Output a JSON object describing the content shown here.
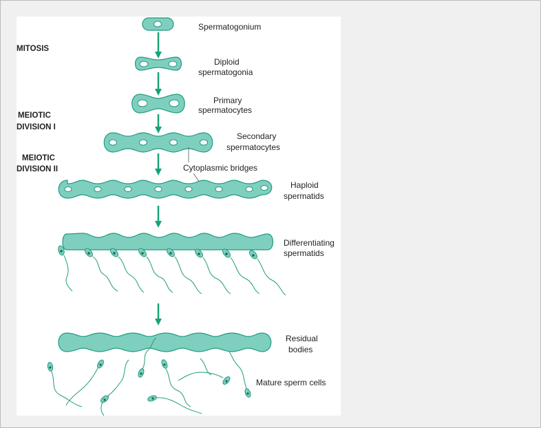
{
  "figure": {
    "side_labels": {
      "mitosis": "MITOSIS",
      "meiotic_division_1_line1": "MEIOTIC",
      "meiotic_division_1_line2": "DIVISION I",
      "meiotic_division_2_line1": "MEIOTIC",
      "meiotic_division_2_line2": "DIVISION II"
    },
    "stage_labels": {
      "spermatogonium": "Spermatogonium",
      "diploid_1": "Diploid",
      "diploid_2": "spermatogonia",
      "primary_1": "Primary",
      "primary_2": "spermatocytes",
      "secondary_1": "Secondary",
      "secondary_2": "spermatocytes",
      "cytoplasmic_bridges": "Cytoplasmic bridges",
      "haploid_1": "Haploid",
      "haploid_2": "spermatids",
      "differentiating_1": "Differentiating",
      "differentiating_2": "spermatids",
      "residual_1": "Residual",
      "residual_2": "bodies",
      "mature": "Mature sperm cells"
    },
    "colors": {
      "cell_fill": "#7fcfbf",
      "cell_stroke": "#1f9a7e",
      "arrow": "#16a37a",
      "nucleus_dark": "#17694f"
    }
  }
}
